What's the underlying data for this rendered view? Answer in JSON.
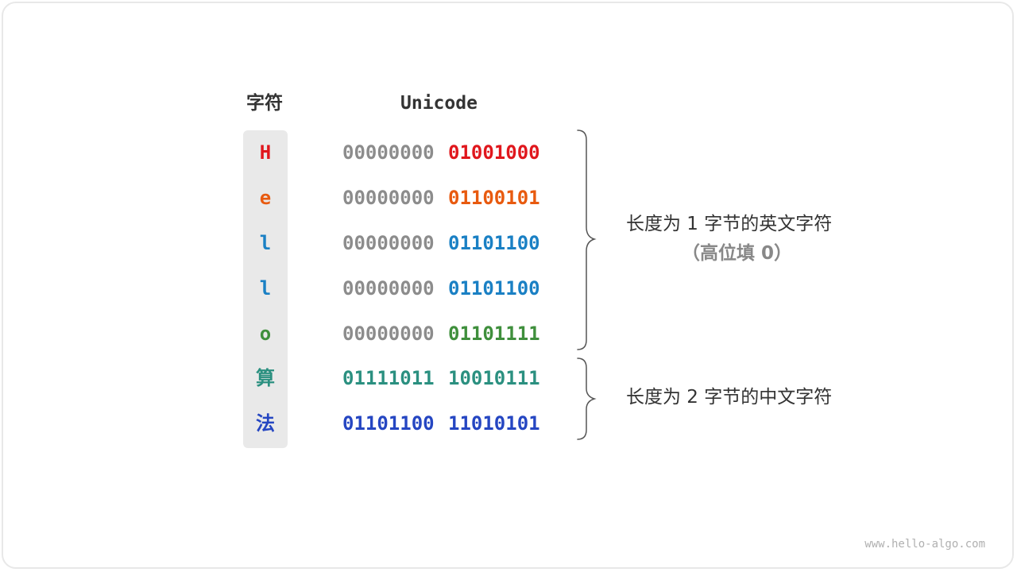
{
  "headers": {
    "char": "字符",
    "unicode": "Unicode"
  },
  "rows": [
    {
      "char": "H",
      "hi": "00000000",
      "lo": "01001000",
      "color": "#e0171d",
      "hi_color": "#8c8c8c"
    },
    {
      "char": "e",
      "hi": "00000000",
      "lo": "01100101",
      "color": "#e85a0f",
      "hi_color": "#8c8c8c"
    },
    {
      "char": "l",
      "hi": "00000000",
      "lo": "01101100",
      "color": "#1a80c4",
      "hi_color": "#8c8c8c"
    },
    {
      "char": "l",
      "hi": "00000000",
      "lo": "01101100",
      "color": "#1a80c4",
      "hi_color": "#8c8c8c"
    },
    {
      "char": "o",
      "hi": "00000000",
      "lo": "01101111",
      "color": "#3f8f3c",
      "hi_color": "#8c8c8c"
    },
    {
      "char": "算",
      "hi": "01111011",
      "lo": "10010111",
      "color": "#2b9080",
      "hi_color": "#2b9080"
    },
    {
      "char": "法",
      "hi": "01101100",
      "lo": "11010101",
      "color": "#2546c2",
      "hi_color": "#2546c2"
    }
  ],
  "annotations": {
    "english": "长度为 1 字节的英文字符",
    "english_sub": "（高位填 0）",
    "chinese": "长度为 2 字节的中文字符"
  },
  "watermark": "www.hello-algo.com",
  "colors": {
    "brace": "#555555",
    "char_column_bg": "#e9e9e9",
    "text": "#333333"
  }
}
